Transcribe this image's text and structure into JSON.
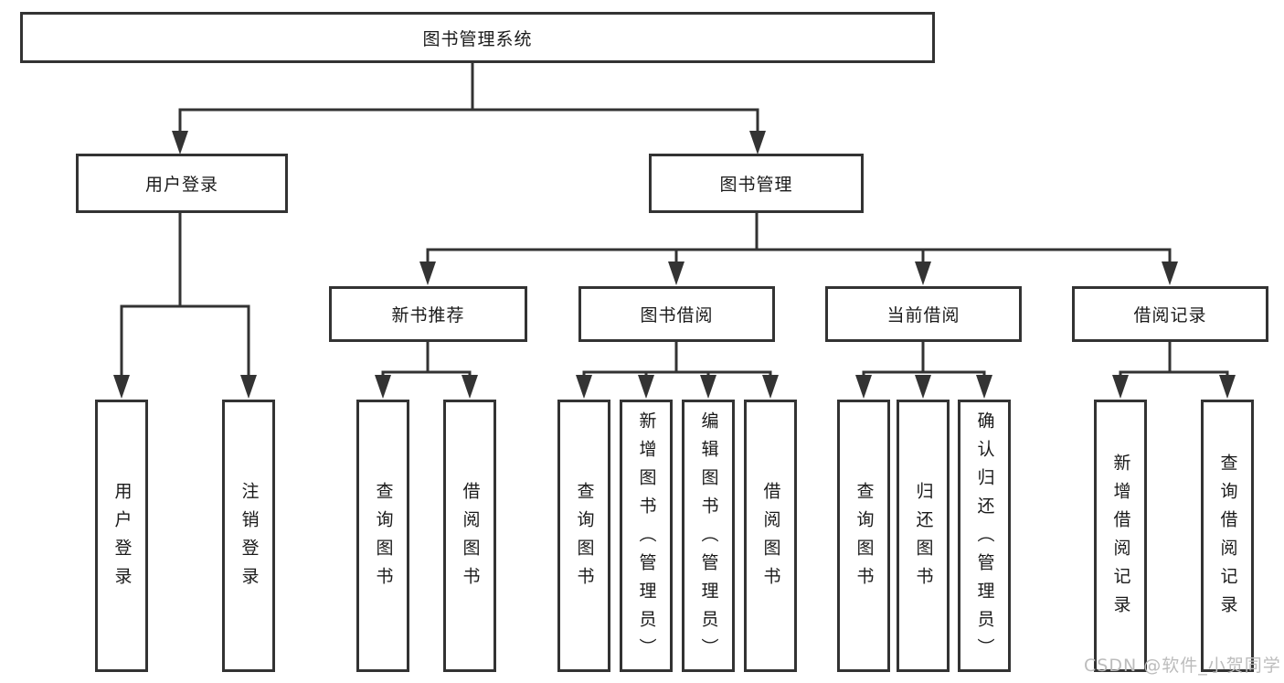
{
  "tree": {
    "root": "图书管理系统",
    "branches": [
      {
        "label": "用户登录",
        "children": [
          "用户登录",
          "注销登录"
        ]
      },
      {
        "label": "图书管理",
        "groups": [
          {
            "label": "新书推荐",
            "children": [
              "查询图书",
              "借阅图书"
            ]
          },
          {
            "label": "图书借阅",
            "children": [
              "查询图书",
              "新增图书（管理员）",
              "编辑图书（管理员）",
              "借阅图书"
            ]
          },
          {
            "label": "当前借阅",
            "children": [
              "查询图书",
              "归还图书",
              "确认归还（管理员）"
            ]
          },
          {
            "label": "借阅记录",
            "children": [
              "新增借阅记录",
              "查询借阅记录"
            ]
          }
        ]
      }
    ]
  },
  "watermark": "CSDN @软件_小贺同学",
  "colors": {
    "line": "#333333",
    "text": "#1a1a1a",
    "watermark": "#bcbcbc",
    "background": "#ffffff"
  }
}
